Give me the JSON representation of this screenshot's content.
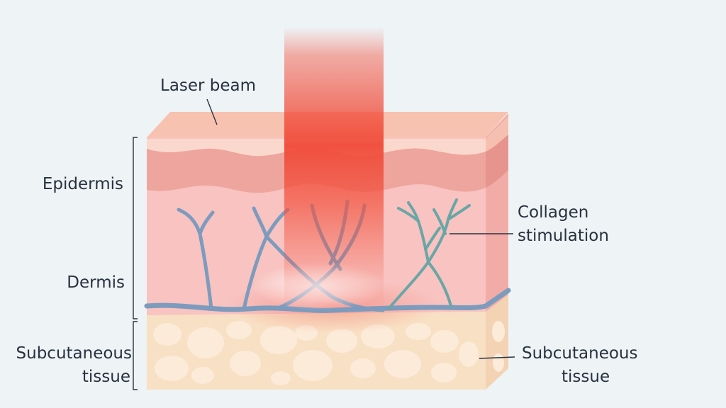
{
  "labels": {
    "laser_beam": "Laser beam",
    "epidermis": "Epidermis",
    "dermis": "Dermis",
    "subcutaneous_left_line1": "Subcutaneous",
    "subcutaneous_left_line2": "tissue",
    "collagen_line1": "Collagen",
    "collagen_line2": "stimulation",
    "subcutaneous_right_line1": "Subcutaneous",
    "subcutaneous_right_line2": "tissue"
  },
  "colors": {
    "background": "#eef3f6",
    "text": "#26323f",
    "laser": "#f2523f",
    "skin_top": "#f8c2b0",
    "epidermis_band": "#eea59d",
    "dermis": "#f8c3c0",
    "fat": "#f8e0c4",
    "fat_cells": "#fbebd8",
    "vessels": "#7d9bbd",
    "collagen": "#6aa6a6"
  }
}
